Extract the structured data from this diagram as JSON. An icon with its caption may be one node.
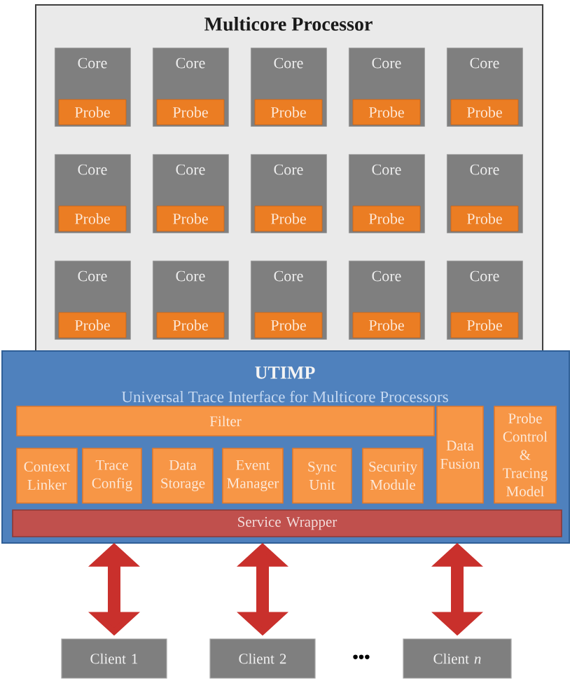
{
  "diagram": {
    "nodes": [
      {
        "text": [
          "Multicore Processor"
        ]
      },
      {
        "text": [
          "Core"
        ],
        "in": 0
      },
      {
        "text": [
          "Probe"
        ],
        "in": 1
      },
      {
        "text": [
          "Core"
        ],
        "in": 0
      },
      {
        "text": [
          "Probe"
        ],
        "in": 3
      },
      {
        "text": [
          "Core"
        ],
        "in": 0
      },
      {
        "text": [
          "Probe"
        ],
        "in": 5
      },
      {
        "text": [
          "Core"
        ],
        "in": 0
      },
      {
        "text": [
          "Probe"
        ],
        "in": 7
      },
      {
        "text": [
          "Core"
        ],
        "in": 0
      },
      {
        "text": [
          "Probe"
        ],
        "in": 9
      },
      {
        "text": [
          "Core"
        ],
        "in": 0
      },
      {
        "text": [
          "Probe"
        ],
        "in": 11
      },
      {
        "text": [
          "Core"
        ],
        "in": 0
      },
      {
        "text": [
          "Probe"
        ],
        "in": 13
      },
      {
        "text": [
          "Core"
        ],
        "in": 0
      },
      {
        "text": [
          "Probe"
        ],
        "in": 15
      },
      {
        "text": [
          "Core"
        ],
        "in": 0
      },
      {
        "text": [
          "Probe"
        ],
        "in": 17
      },
      {
        "text": [
          "Core"
        ],
        "in": 0
      },
      {
        "text": [
          "Probe"
        ],
        "in": 19
      },
      {
        "text": [
          "Core"
        ],
        "in": 0
      },
      {
        "text": [
          "Probe"
        ],
        "in": 21
      },
      {
        "text": [
          "Core"
        ],
        "in": 0
      },
      {
        "text": [
          "Probe"
        ],
        "in": 23
      },
      {
        "text": [
          "Core"
        ],
        "in": 0
      },
      {
        "text": [
          "Probe"
        ],
        "in": 25
      },
      {
        "text": [
          "Core"
        ],
        "in": 0
      },
      {
        "text": [
          "Probe"
        ],
        "in": 27
      },
      {
        "text": [
          "Core"
        ],
        "in": 0
      },
      {
        "text": [
          "Probe"
        ],
        "in": 29
      },
      {
        "text": [
          "UTIMP",
          "Universal Trace Interface for Multicore Processors"
        ]
      },
      {
        "text": [
          "Filter"
        ],
        "in": 31
      },
      {
        "text": [
          "Data Fusion"
        ],
        "in": 31
      },
      {
        "text": [
          "Probe Control & Tracing Model"
        ],
        "in": 31
      },
      {
        "text": [
          "Context Linker"
        ],
        "in": 31
      },
      {
        "text": [
          "Trace Config"
        ],
        "in": 31
      },
      {
        "text": [
          "Data Storage"
        ],
        "in": 31
      },
      {
        "text": [
          "Event Manager"
        ],
        "in": 31
      },
      {
        "text": [
          "Sync Unit"
        ],
        "in": 31
      },
      {
        "text": [
          "Security Module"
        ],
        "in": 31
      },
      {
        "text": [
          "Service Wrapper"
        ],
        "in": 31
      },
      {
        "text": [
          "Client 1"
        ]
      },
      {
        "text": [
          "Client 2"
        ]
      },
      {
        "text": [
          "Client *n*"
        ]
      }
    ],
    "edges": [
      {
        "from": 41,
        "to": 42,
        "arrow": "both"
      },
      {
        "from": 41,
        "to": 43,
        "arrow": "both"
      },
      {
        "from": 41,
        "to": 44,
        "arrow": "both"
      }
    ],
    "labels": [
      "•••"
    ]
  }
}
